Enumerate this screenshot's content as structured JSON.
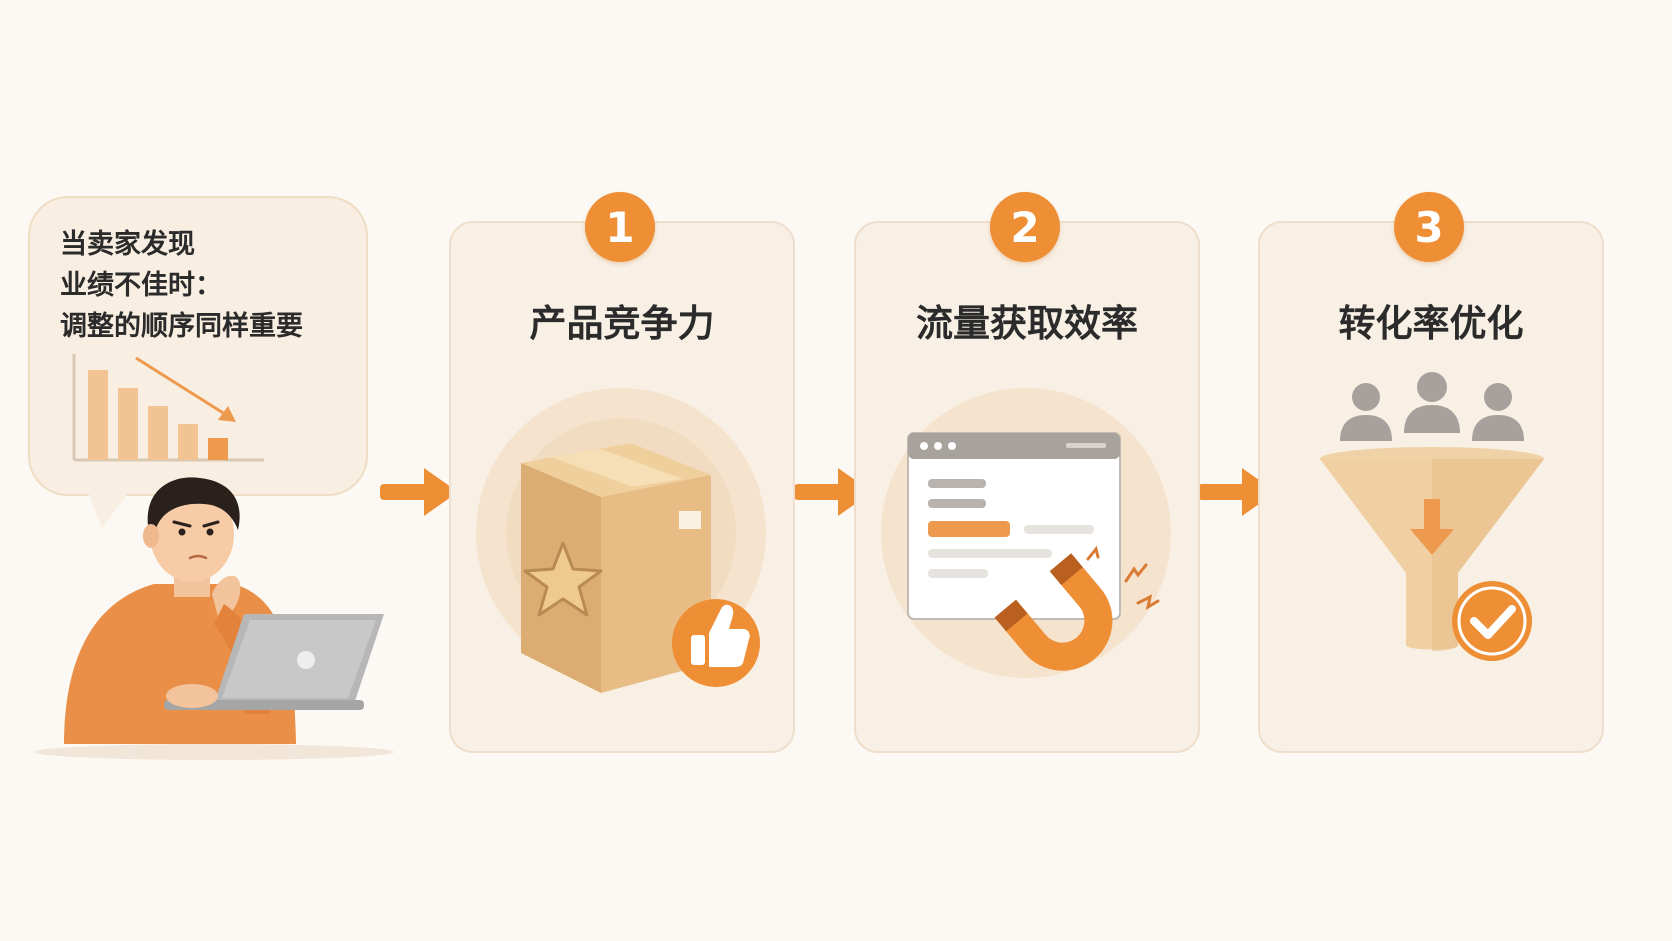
{
  "intro": {
    "lines": [
      "当卖家发现",
      "业绩不佳时：",
      "调整的顺序同样重要"
    ]
  },
  "steps": [
    {
      "number": "1",
      "title": "产品竞争力"
    },
    {
      "number": "2",
      "title": "流量获取效率"
    },
    {
      "number": "3",
      "title": "转化率优化"
    }
  ],
  "colors": {
    "accent": "#ee8e35",
    "card": "#f8f0e5",
    "background": "#fcf9f4"
  }
}
